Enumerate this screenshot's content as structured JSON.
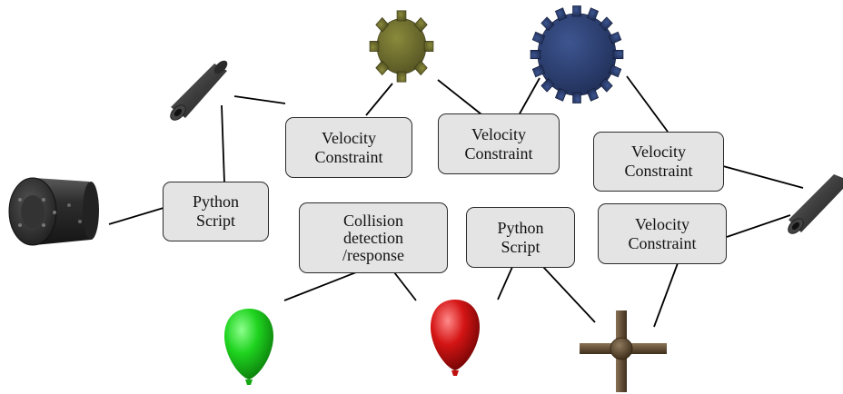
{
  "nodes": {
    "velocity_1": {
      "line1": "Velocity",
      "line2": "Constraint"
    },
    "velocity_2": {
      "line1": "Velocity",
      "line2": "Constraint"
    },
    "velocity_3": {
      "line1": "Velocity",
      "line2": "Constraint"
    },
    "velocity_4": {
      "line1": "Velocity",
      "line2": "Constraint"
    },
    "python_1": {
      "line1": "Python",
      "line2": "Script"
    },
    "python_2": {
      "line1": "Python",
      "line2": "Script"
    },
    "collision": {
      "line1": "Collision",
      "line2": "detection",
      "line3": "/response"
    }
  },
  "objects": {
    "cylinder": {
      "icon": "cannon-cylinder-icon",
      "color": "#3a3a3a"
    },
    "tube_left": {
      "icon": "tube-icon",
      "color": "#4a4a4a"
    },
    "tube_right": {
      "icon": "tube-icon",
      "color": "#4a4a4a"
    },
    "gear_small": {
      "icon": "gear-icon",
      "color": "#6b6a2e"
    },
    "gear_large": {
      "icon": "gear-icon",
      "color": "#2c3e6e"
    },
    "balloon_green": {
      "icon": "balloon-icon",
      "color": "#1fcf1f"
    },
    "balloon_red": {
      "icon": "balloon-icon",
      "color": "#d01515"
    },
    "cross": {
      "icon": "cross-joint-icon",
      "color": "#5f4a30"
    }
  },
  "colors": {
    "node_fill": "#e4e4e4",
    "node_border": "#2b2b2b",
    "connector": "#000000"
  }
}
